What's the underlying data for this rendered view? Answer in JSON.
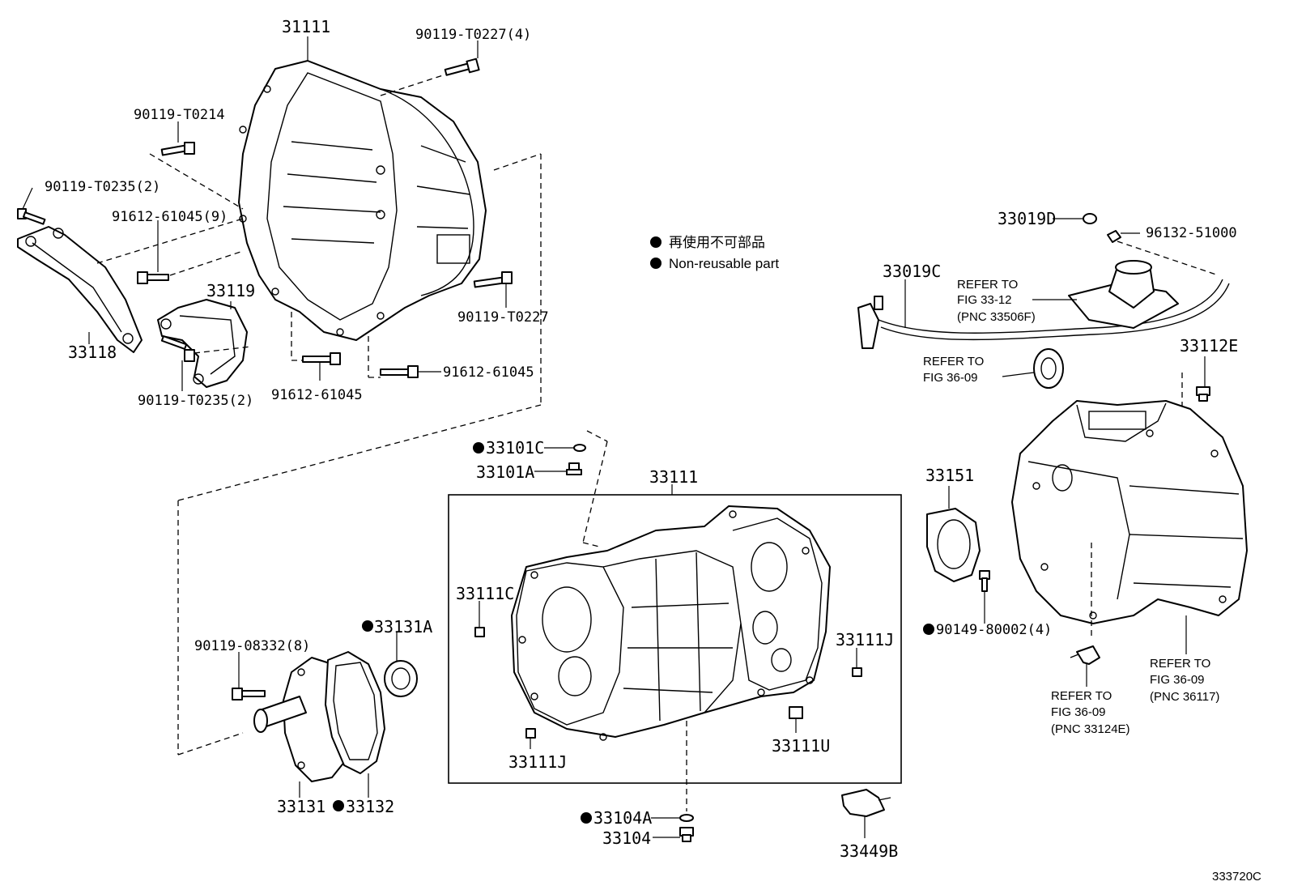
{
  "legend": {
    "jp": "再使用不可部品",
    "en": "Non-reusable part"
  },
  "figure_code": "333720C",
  "labels": {
    "bellhousing": "31111",
    "bolt_t0227_4": "90119-T0227(4)",
    "bolt_t0214": "90119-T0214",
    "bolt_t0235_2_top": "90119-T0235(2)",
    "bolt_61045_9": "91612-61045(9)",
    "bracket_33119": "33119",
    "bracket_33118": "33118",
    "bolt_t0227": "90119-T0227",
    "bolt_t0235_2_bottom": "90119-T0235(2)",
    "bolt_61045_a": "91612-61045",
    "bolt_61045_b": "91612-61045",
    "gasket_33101c": "33101C",
    "plug_33101a": "33101A",
    "case_33111": "33111",
    "pin_33111c": "33111C",
    "seal_33131a": "33131A",
    "bolt_08332_8": "90119-08332(8)",
    "retainer_33131": "33131",
    "gasket_33132": "33132",
    "pin_33111j_left": "33111J",
    "pin_33111j_right": "33111J",
    "pin_33111u": "33111U",
    "gasket_33104a": "33104A",
    "plug_33104": "33104",
    "clip_33449b": "33449B",
    "clamp_33019d": "33019D",
    "clip_96132": "96132-51000",
    "hose_33019c": "33019C",
    "plug_33112e": "33112E",
    "cover_33151": "33151",
    "bolt_80002_4": "90149-80002(4)"
  },
  "refs": {
    "r1_l1": "REFER TO",
    "r1_l2": "FIG 33-12",
    "r1_l3": "(PNC 33506F)",
    "r2_l1": "REFER TO",
    "r2_l2": "FIG 36-09",
    "r3_l1": "REFER TO",
    "r3_l2": "FIG 36-09",
    "r3_l3": "(PNC 33124E)",
    "r4_l1": "REFER TO",
    "r4_l2": "FIG 36-09",
    "r4_l3": "(PNC 36117)"
  }
}
